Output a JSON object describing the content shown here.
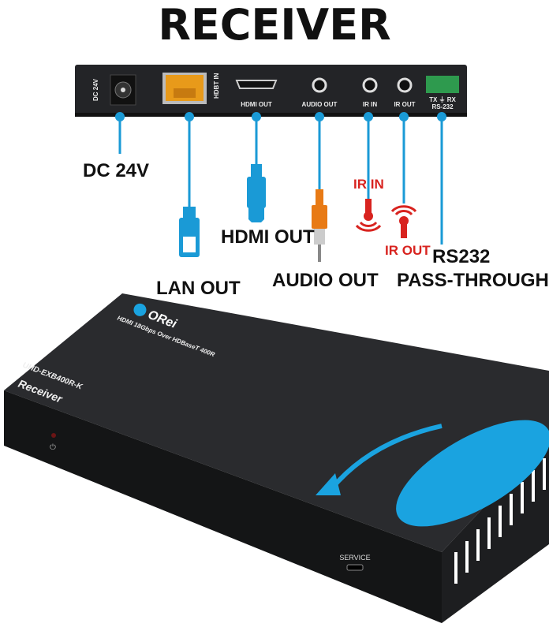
{
  "title": "RECEIVER",
  "back_panel": {
    "ports": [
      "DC 24V",
      "HDBT IN",
      "HDMI OUT",
      "AUDIO OUT",
      "IR IN",
      "IR OUT"
    ],
    "rs232_pins": "TX ⏚ RX",
    "rs232_label": "RS-232"
  },
  "callouts": {
    "dc": "DC 24V",
    "lan": "LAN OUT",
    "hdmi": "HDMI OUT",
    "audio": "AUDIO OUT",
    "ir_in": "IR IN",
    "ir_out": "IR OUT",
    "rs232_line1": "RS232",
    "rs232_line2": "PASS-THROUGH"
  },
  "device": {
    "brand": "ORei",
    "product_line": "HDMI 18Gbps Over HDBaseT 400R",
    "model": "UHD-EXB400R-K",
    "name": "Receiver",
    "service_port": "SERVICE"
  },
  "colors": {
    "accent_blue": "#1a9ad6",
    "ir_red": "#d8231f",
    "device_body": "#1c1d1f"
  }
}
